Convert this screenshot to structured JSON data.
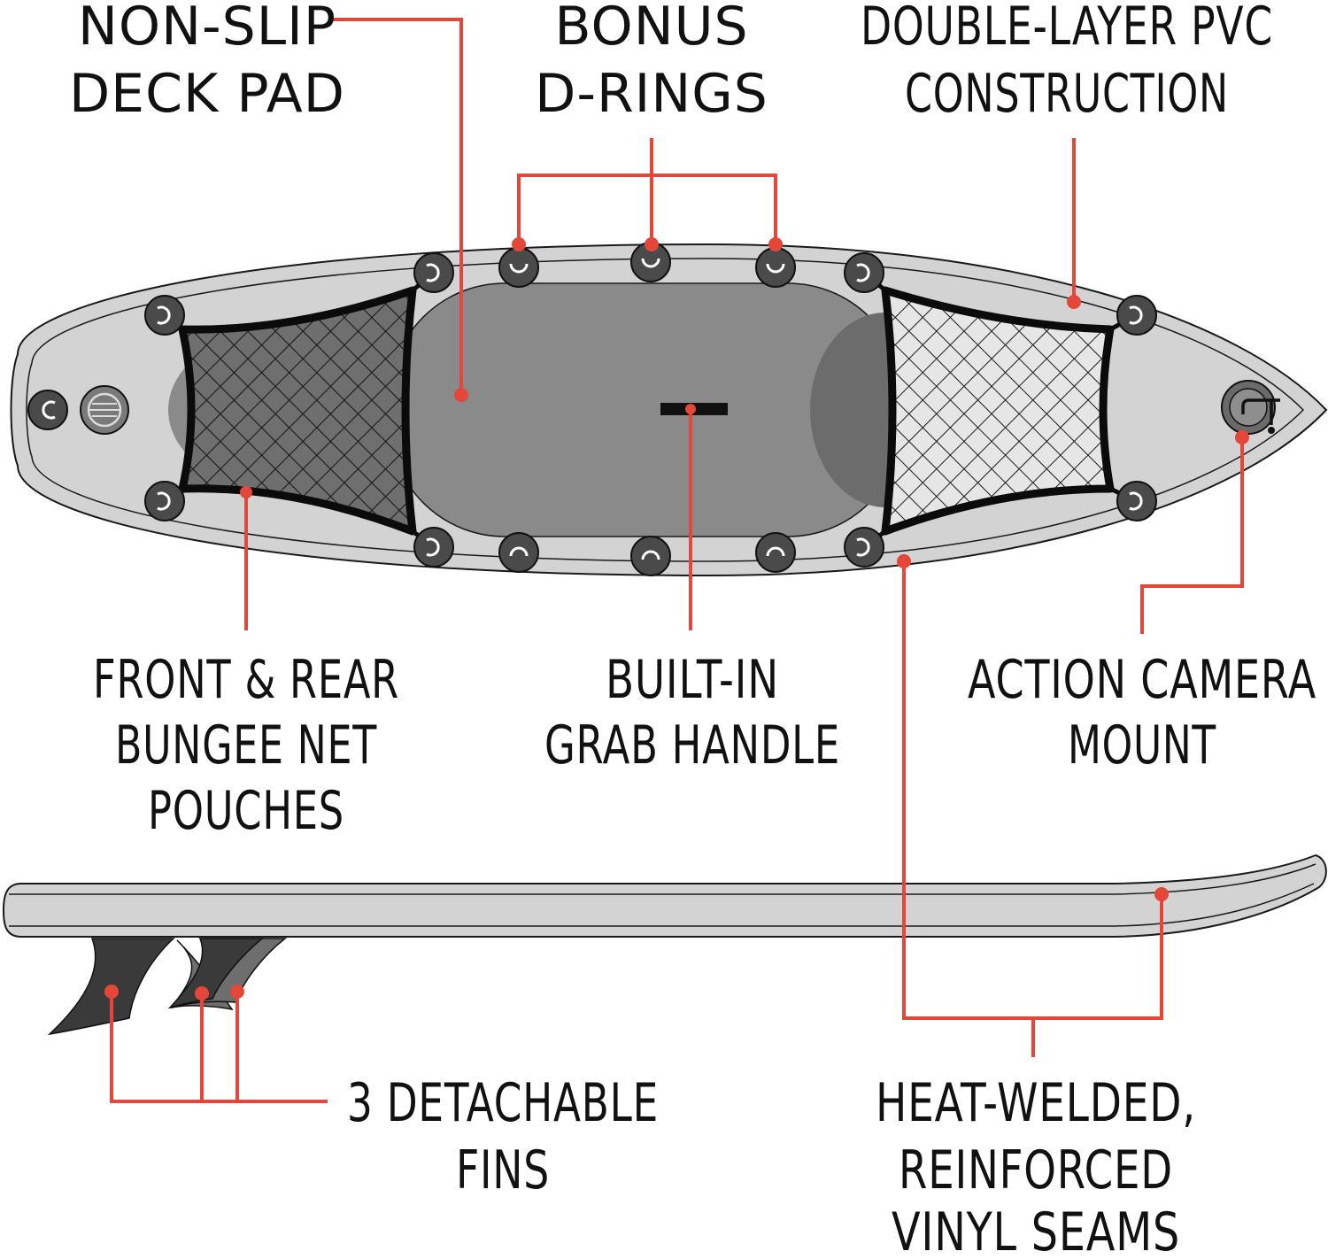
{
  "colors": {
    "accent": "#e4463a",
    "text": "#111111",
    "board_outer": "#d3d3d3",
    "deck_pad": "#888888",
    "ring": "#4a4a4a",
    "fin": "#3a3a3a"
  },
  "labels": {
    "deck_pad": [
      "NON-SLIP",
      "DECK PAD"
    ],
    "d_rings": [
      "BONUS",
      "D-RINGS"
    ],
    "pvc": [
      "DOUBLE-LAYER PVC",
      "CONSTRUCTION"
    ],
    "bungee": [
      "FRONT & REAR",
      "BUNGEE NET",
      "POUCHES"
    ],
    "handle": [
      "BUILT-IN",
      "GRAB HANDLE"
    ],
    "camera": [
      "ACTION CAMERA",
      "MOUNT"
    ],
    "fins": [
      "3 DETACHABLE",
      "FINS"
    ],
    "seams": [
      "HEAT-WELDED,",
      "REINFORCED",
      "VINYL SEAMS"
    ]
  },
  "icons": {
    "d_ring": "d-ring-icon",
    "valve": "valve-icon",
    "camera_mount": "camera-mount-icon",
    "fin": "fin-icon"
  }
}
